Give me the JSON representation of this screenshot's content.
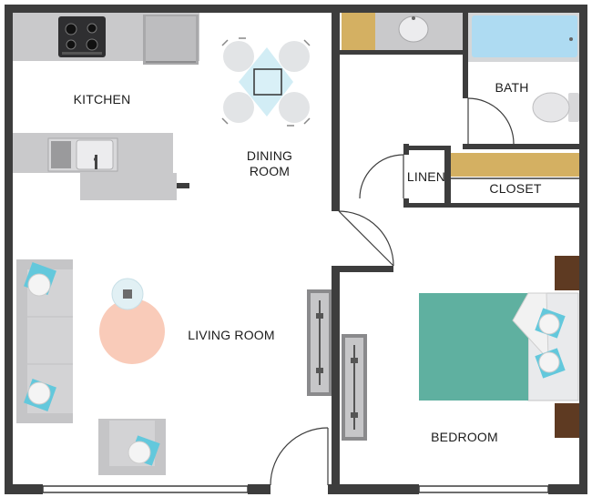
{
  "floor_plan": {
    "rooms": [
      {
        "key": "kitchen",
        "label": "KITCHEN"
      },
      {
        "key": "dining_room",
        "label": "DINING\nROOM"
      },
      {
        "key": "bath",
        "label": "BATH"
      },
      {
        "key": "linen",
        "label": "LINEN"
      },
      {
        "key": "closet",
        "label": "CLOSET"
      },
      {
        "key": "living_room",
        "label": "LIVING ROOM"
      },
      {
        "key": "bedroom",
        "label": "BEDROOM"
      }
    ]
  },
  "colors": {
    "wall": "#3d3d3d",
    "counter": "#c9c9cb",
    "appliance": "#b5b5b7",
    "cabinet_wood": "#d4b062",
    "tub_water": "#aedbf2",
    "bedspread": "#5fb0a0",
    "nightstand": "#5e3a22",
    "rug": "#f9cbb9",
    "accent_pillow": "#63c8dc",
    "sofa": "#c5c5c7",
    "glass_table": "#cdebf4"
  }
}
